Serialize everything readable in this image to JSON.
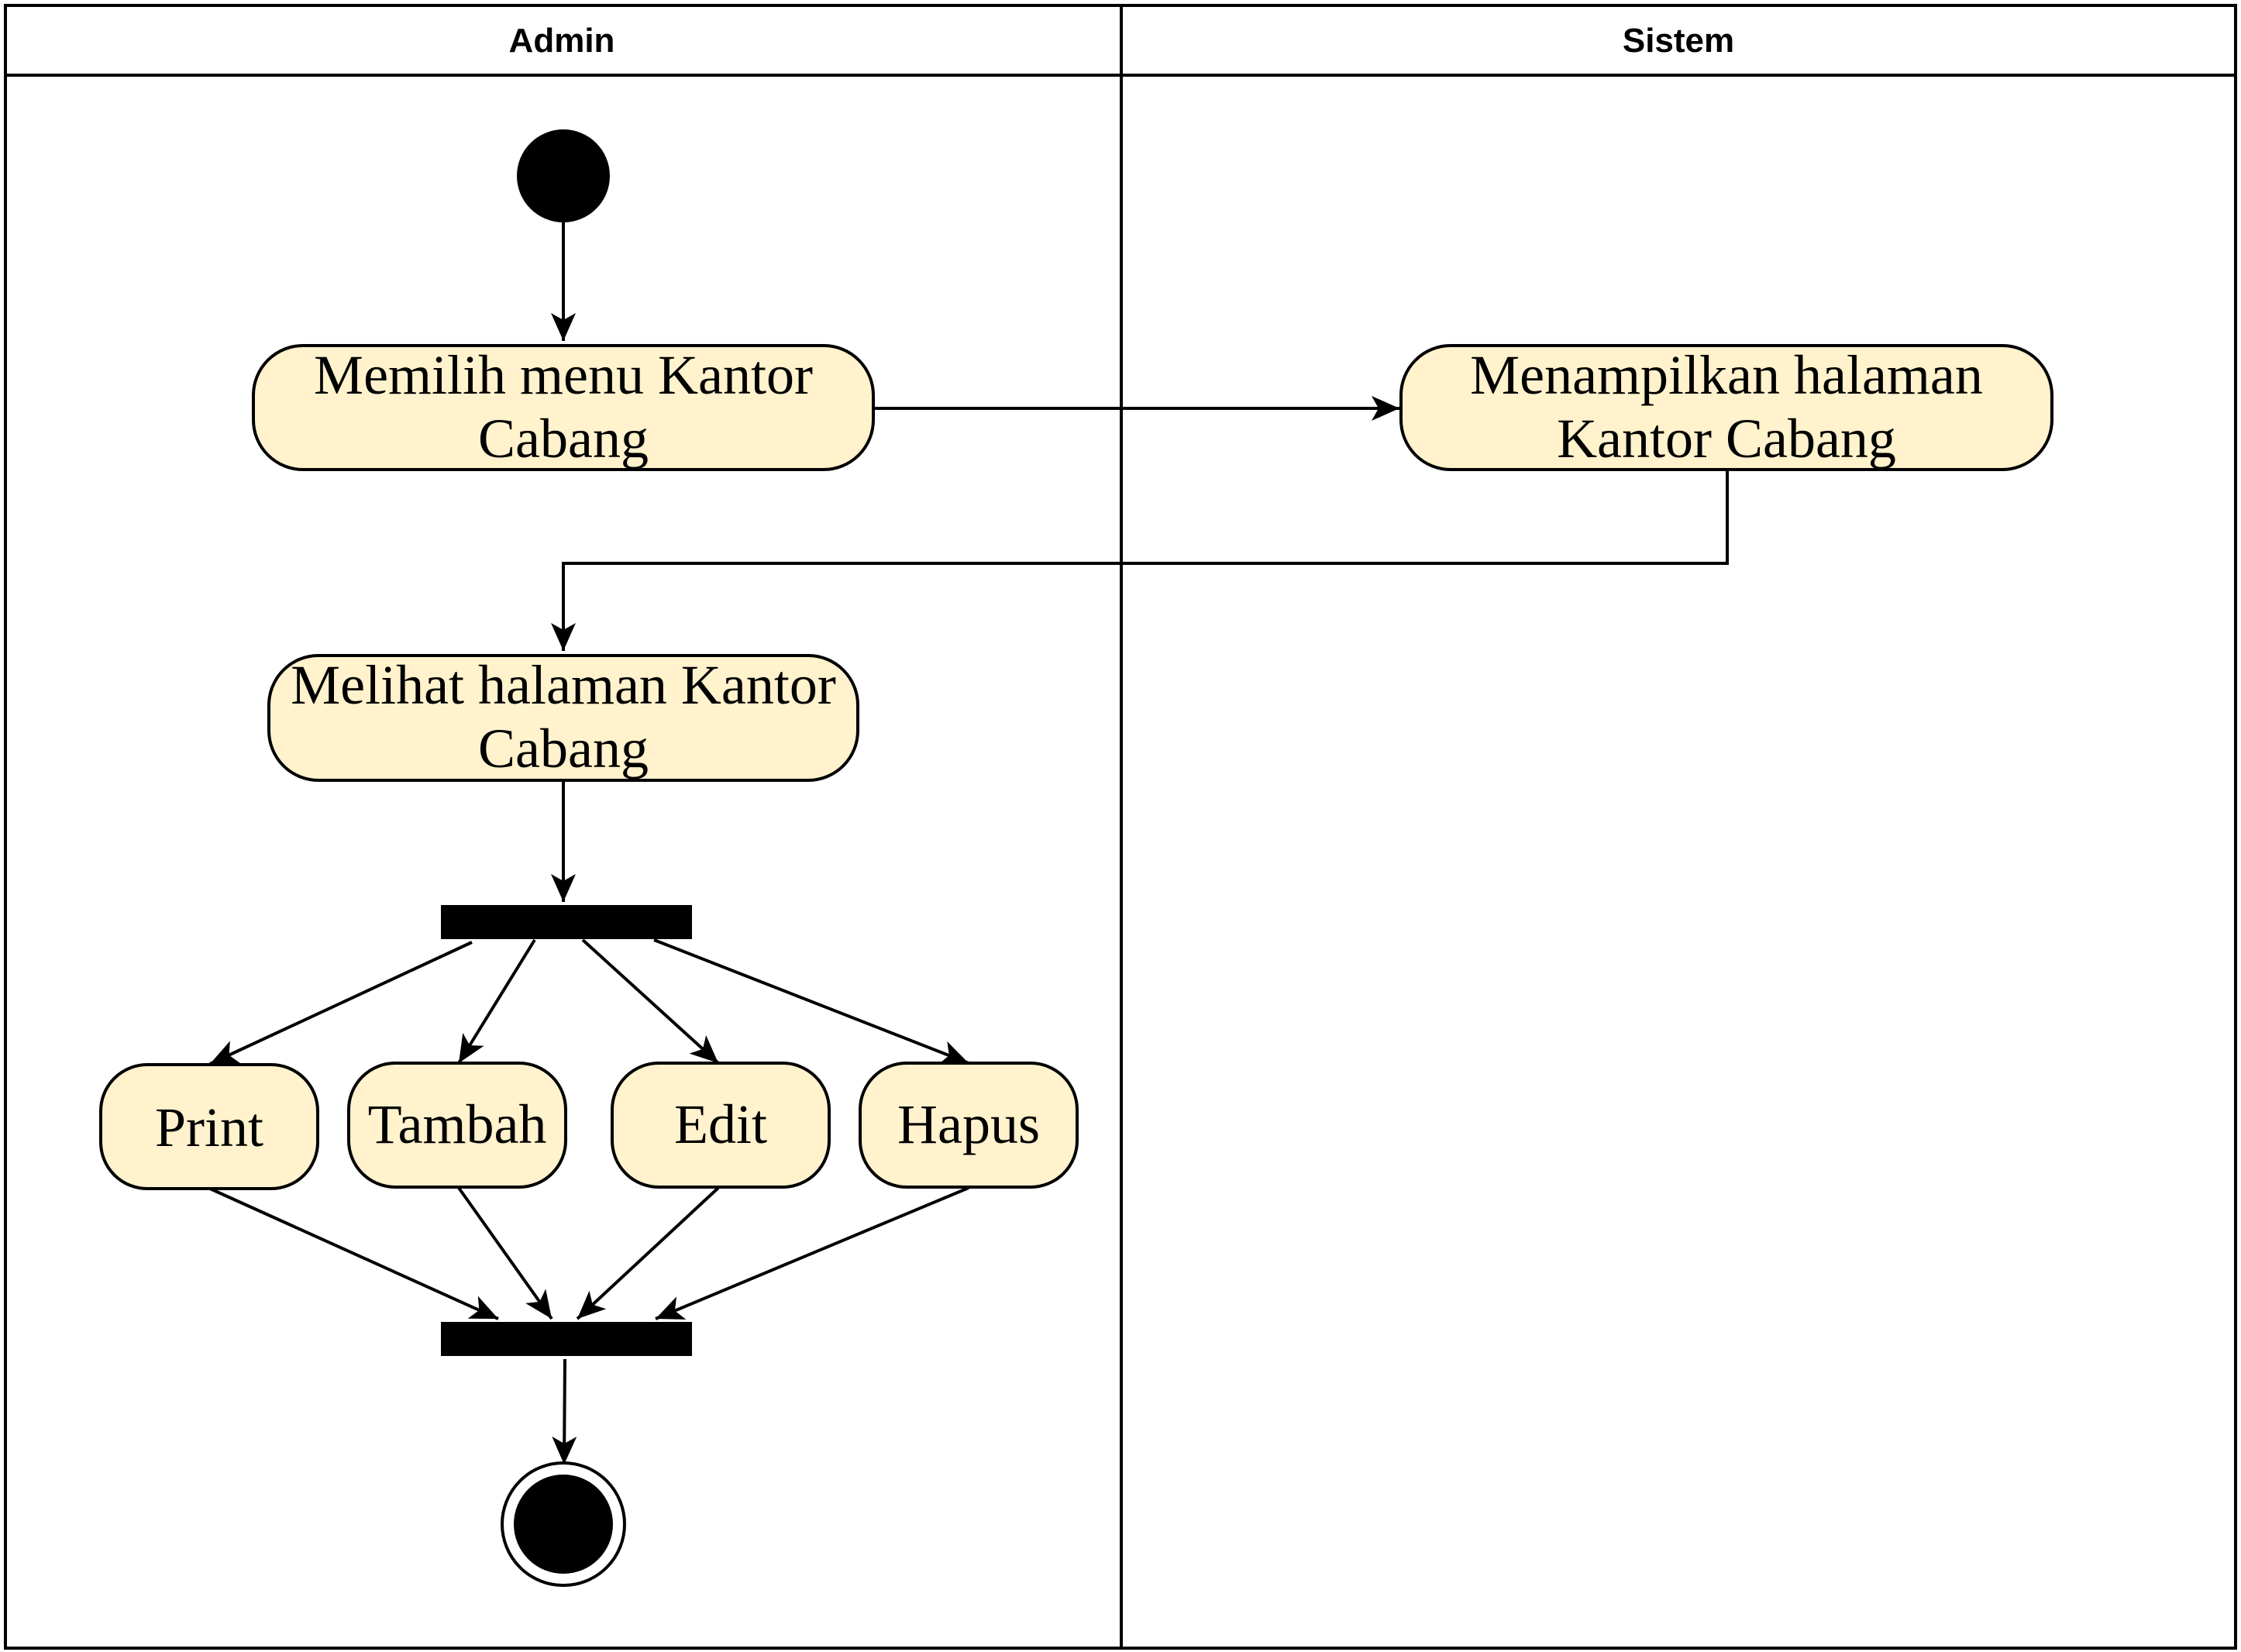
{
  "swimlanes": {
    "admin": "Admin",
    "sistem": "Sistem"
  },
  "activities": {
    "memilih": {
      "line1": "Memilih menu Kantor",
      "line2": "Cabang"
    },
    "menampilkan": {
      "line1": "Menampilkan halaman",
      "line2": "Kantor Cabang"
    },
    "melihat": {
      "line1": "Melihat halaman Kantor",
      "line2": "Cabang"
    },
    "print": "Print",
    "tambah": "Tambah",
    "edit": "Edit",
    "hapus": "Hapus"
  },
  "colors": {
    "activity_fill": "#fff2cc",
    "stroke": "#000000",
    "background": "#ffffff"
  }
}
